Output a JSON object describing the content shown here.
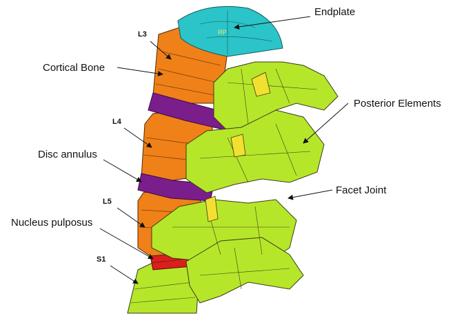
{
  "labels": {
    "endplate": "Endplate",
    "l3": "L3",
    "cortical_bone": "Cortical Bone",
    "posterior_elements": "Posterior Elements",
    "l4": "L4",
    "disc_annulus": "Disc annulus",
    "facet_joint": "Facet Joint",
    "l5": "L5",
    "nucleus_pulposus": "Nucleus pulposus",
    "s1": "S1",
    "rp_marker": "RP"
  },
  "colors": {
    "endplate": "#2bc4c8",
    "cortical_bone": "#f08018",
    "disc_annulus": "#7a1e8c",
    "nucleus_pulposus": "#d8201c",
    "posterior_elements": "#b6e62a",
    "facet_joint": "#f2e030",
    "mesh_lines": "#3a3a1a"
  }
}
